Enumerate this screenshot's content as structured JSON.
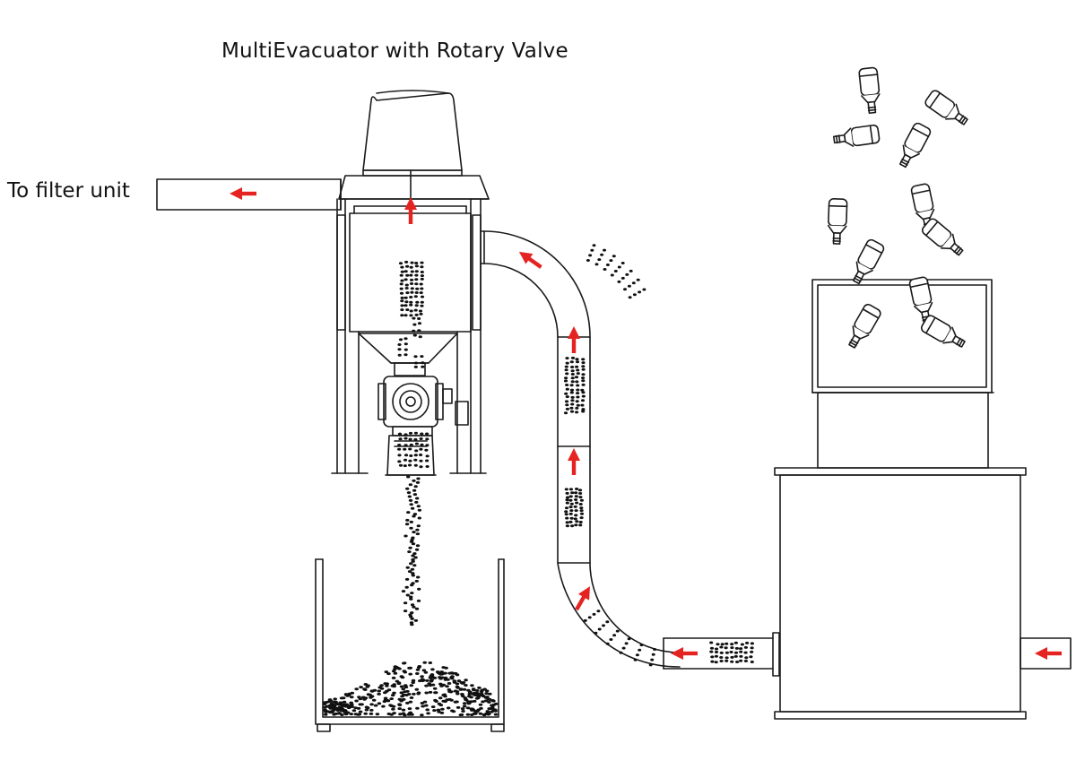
{
  "diagram": {
    "title": "MultiEvacuator with Rotary Valve",
    "outlet_label": "To filter unit"
  },
  "colors": {
    "line": "#1a1a1a",
    "arrow": "#e52421",
    "particle": "#111111",
    "background": "#ffffff"
  },
  "components": [
    "multievacuator-unit",
    "rotary-valve",
    "collection-bin",
    "conveying-pipe",
    "shredder-machine",
    "feed-hopper",
    "bottles"
  ]
}
